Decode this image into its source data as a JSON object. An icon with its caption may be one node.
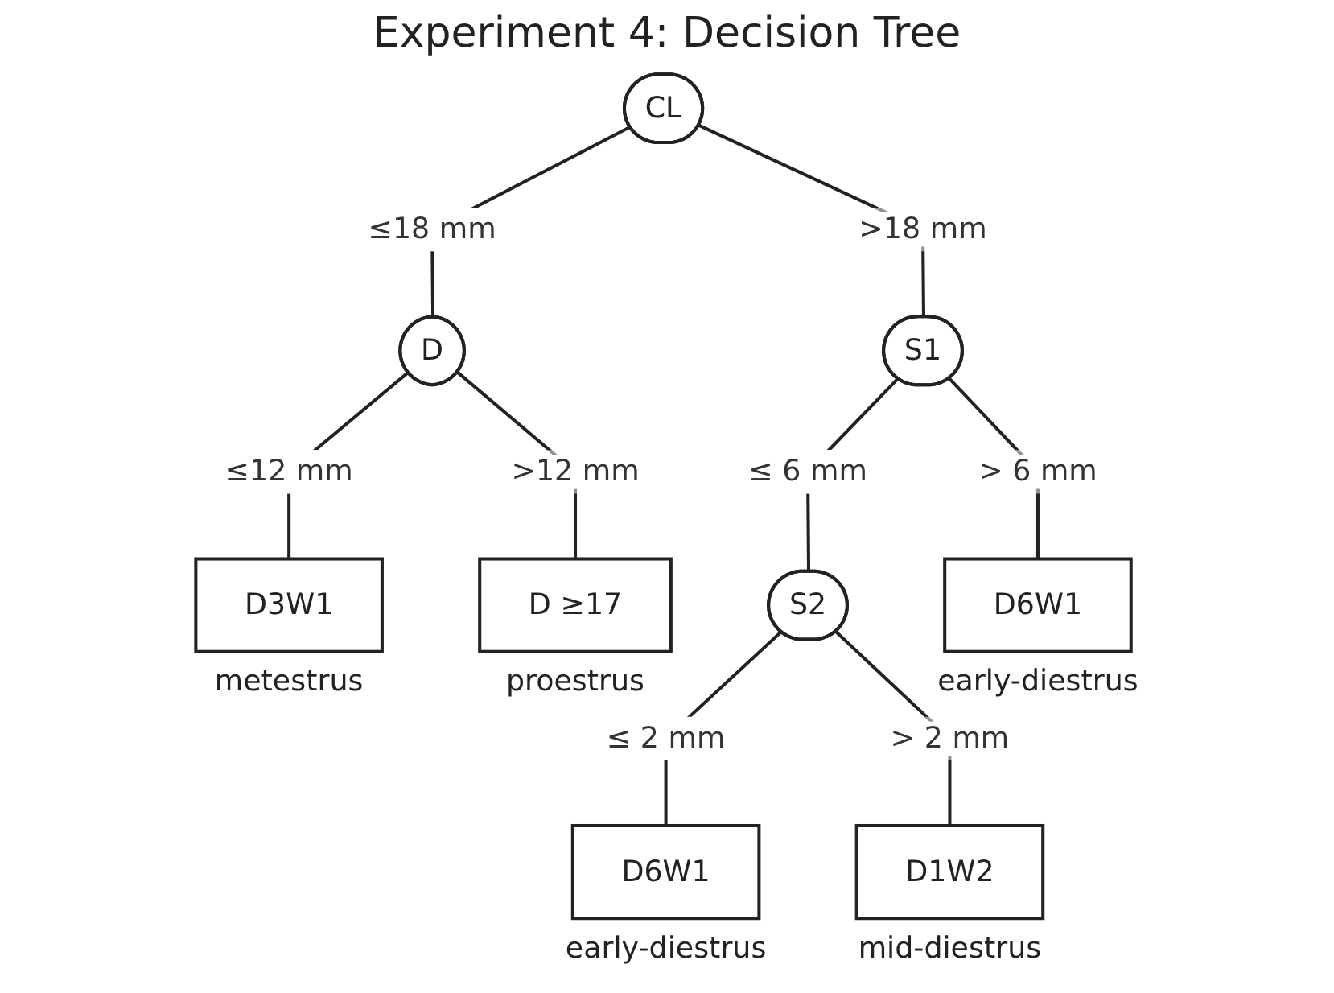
{
  "diagram": {
    "title": "Experiment 4: Decision Tree",
    "nodes": [
      {
        "text": [
          "CL"
        ]
      },
      {
        "text": [
          "D"
        ]
      },
      {
        "text": [
          "S1"
        ]
      },
      {
        "text": [
          "D3W1"
        ],
        "beside": [
          "metestrus"
        ]
      },
      {
        "text": [
          "D ≥17"
        ],
        "beside": [
          "proestrus"
        ]
      },
      {
        "text": [
          "S2"
        ]
      },
      {
        "text": [
          "D6W1"
        ],
        "beside": [
          "early-diestrus"
        ]
      },
      {
        "text": [
          "D1W2"
        ],
        "beside": [
          "mid-diestrus"
        ]
      },
      {
        "text": [
          "D6W1"
        ],
        "beside": [
          "early-diestrus"
        ]
      }
    ],
    "edges": [
      {
        "from": 0,
        "to": 1,
        "arrow": "none",
        "label": "≤18 mm"
      },
      {
        "from": 0,
        "to": 2,
        "arrow": "none",
        "label": ">18 mm"
      },
      {
        "from": 1,
        "to": 3,
        "arrow": "none",
        "label": "≤12 mm"
      },
      {
        "from": 1,
        "to": 4,
        "arrow": "none",
        "label": ">12 mm"
      },
      {
        "from": 2,
        "to": 5,
        "arrow": "none",
        "label": "≤ 6 mm"
      },
      {
        "from": 2,
        "to": 8,
        "arrow": "none",
        "label": "> 6 mm"
      },
      {
        "from": 5,
        "to": 6,
        "arrow": "none",
        "label": "≤ 2 mm"
      },
      {
        "from": 5,
        "to": 7,
        "arrow": "none",
        "label": "> 2 mm"
      }
    ]
  }
}
